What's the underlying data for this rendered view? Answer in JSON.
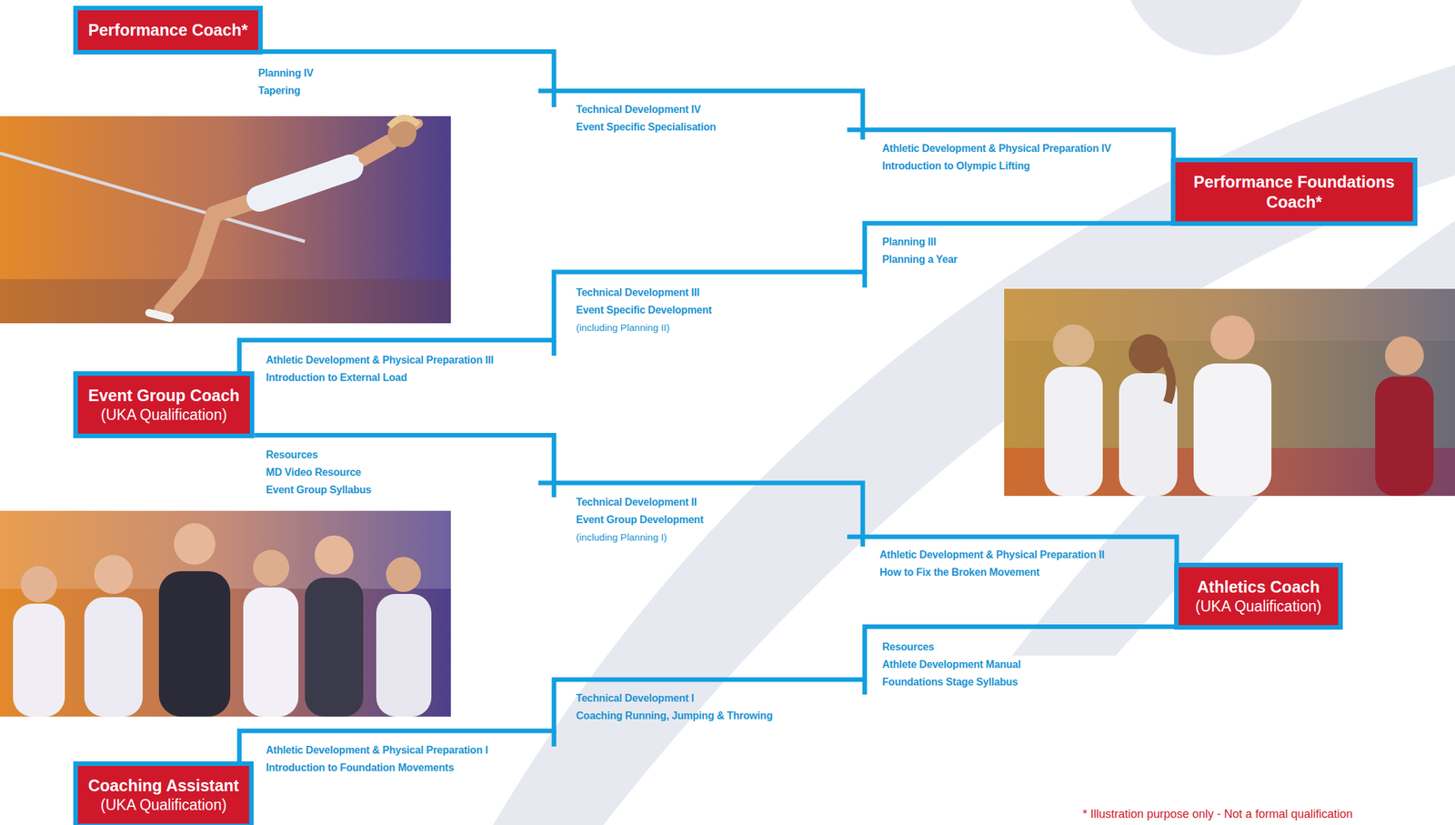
{
  "diagram": {
    "nodes": [
      {
        "text": [
          "Performance Coach*"
        ]
      },
      {
        "text": [
          "Performance Foundations Coach*"
        ]
      },
      {
        "text": [
          "Event Group Coach",
          "(UKA Qualification)"
        ]
      },
      {
        "text": [
          "Athletics Coach",
          "(UKA Qualification)"
        ]
      },
      {
        "text": [
          "Coaching Assistant",
          "(UKA Qualification)"
        ]
      }
    ],
    "edges": [
      {
        "from": 4,
        "to": 3,
        "arrow": "none"
      },
      {
        "from": 3,
        "to": 2,
        "arrow": "none"
      },
      {
        "from": 2,
        "to": 1,
        "arrow": "none"
      },
      {
        "from": 1,
        "to": 0,
        "arrow": "none"
      }
    ],
    "labels": [
      "Planning IV",
      "Tapering",
      "Technical Development IV",
      "Event Specific Specialisation",
      "Athletic Development & Physical Preparation IV",
      "Introduction to Olympic Lifting",
      "Planning III",
      "Planning a Year",
      "Technical Development III",
      "Event Specific Development",
      "(including Planning II)",
      "Athletic Development & Physical Preparation III",
      "Introduction to External Load",
      "Resources",
      "MD Video Resource",
      "Event Group Syllabus",
      "Technical Development II",
      "Event Group Development",
      "(including Planning I)",
      "Athletic Development & Physical Preparation II",
      "How to Fix the Broken Movement",
      "Resources",
      "Athlete Development Manual",
      "Foundations Stage Syllabus",
      "Technical Development I",
      "Coaching Running, Jumping & Throwing",
      "Athletic Development & Physical Preparation I",
      "Introduction to Foundation Movements",
      "* Illustration purpose only - Not a formal qualification"
    ]
  }
}
